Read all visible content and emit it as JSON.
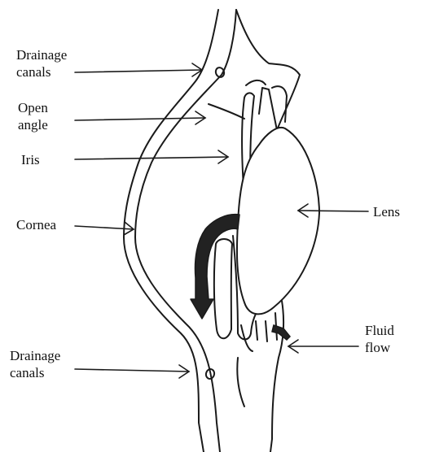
{
  "labels": {
    "drainage_top": [
      "Drainage",
      "canals"
    ],
    "open_angle": [
      "Open",
      "angle"
    ],
    "iris": "Iris",
    "cornea": "Cornea",
    "drainage_bottom": [
      "Drainage",
      "canals"
    ],
    "lens": "Lens",
    "fluid_flow": [
      "Fluid",
      "flow"
    ]
  },
  "colors": {
    "ink": "#1a1a1a",
    "fill": "#ffffff",
    "arrow_fill": "#222222"
  }
}
